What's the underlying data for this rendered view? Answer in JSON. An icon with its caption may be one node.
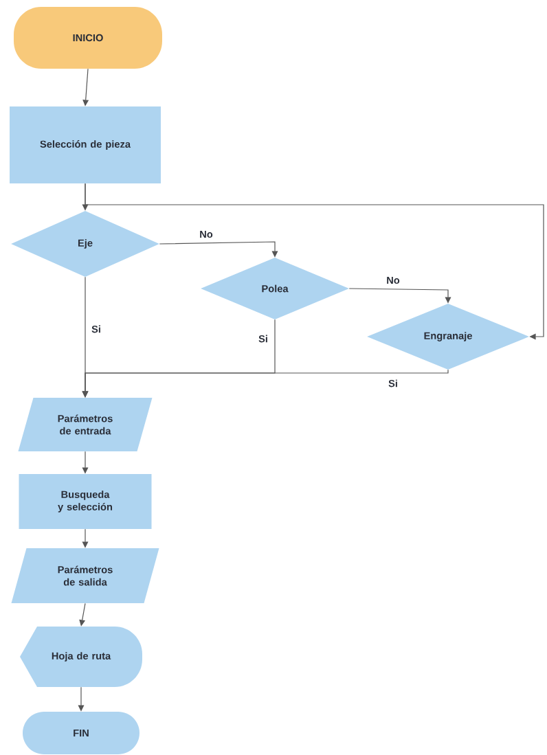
{
  "diagram": {
    "nodes": [
      {
        "text": [
          "INICIO"
        ]
      },
      {
        "text": [
          "Selección de pieza"
        ]
      },
      {
        "text": [
          "Eje"
        ]
      },
      {
        "text": [
          "Polea"
        ]
      },
      {
        "text": [
          "Engranaje"
        ]
      },
      {
        "text": [
          "Parámetros de entrada"
        ]
      },
      {
        "text": [
          "Busqueda y selección"
        ]
      },
      {
        "text": [
          "Parámetros de salida"
        ]
      },
      {
        "text": [
          "Hoja de ruta"
        ]
      },
      {
        "text": [
          "FIN"
        ]
      }
    ],
    "edges": [
      {
        "from": 0,
        "to": 1,
        "arrow": "to"
      },
      {
        "from": 1,
        "to": 2,
        "arrow": "to"
      },
      {
        "from": 1,
        "to": 4,
        "arrow": "to"
      },
      {
        "from": 2,
        "to": 3,
        "arrow": "to",
        "label": "No"
      },
      {
        "from": 3,
        "to": 4,
        "arrow": "to",
        "label": "No"
      },
      {
        "from": 2,
        "to": 5,
        "arrow": "to",
        "label": "Si"
      },
      {
        "from": 3,
        "to": 5,
        "arrow": "to",
        "label": "Si"
      },
      {
        "from": 4,
        "to": 5,
        "arrow": "to",
        "label": "Si"
      },
      {
        "from": 5,
        "to": 6,
        "arrow": "to"
      },
      {
        "from": 6,
        "to": 7,
        "arrow": "to"
      },
      {
        "from": 7,
        "to": 8,
        "arrow": "to"
      },
      {
        "from": 8,
        "to": 9,
        "arrow": "to"
      }
    ]
  }
}
